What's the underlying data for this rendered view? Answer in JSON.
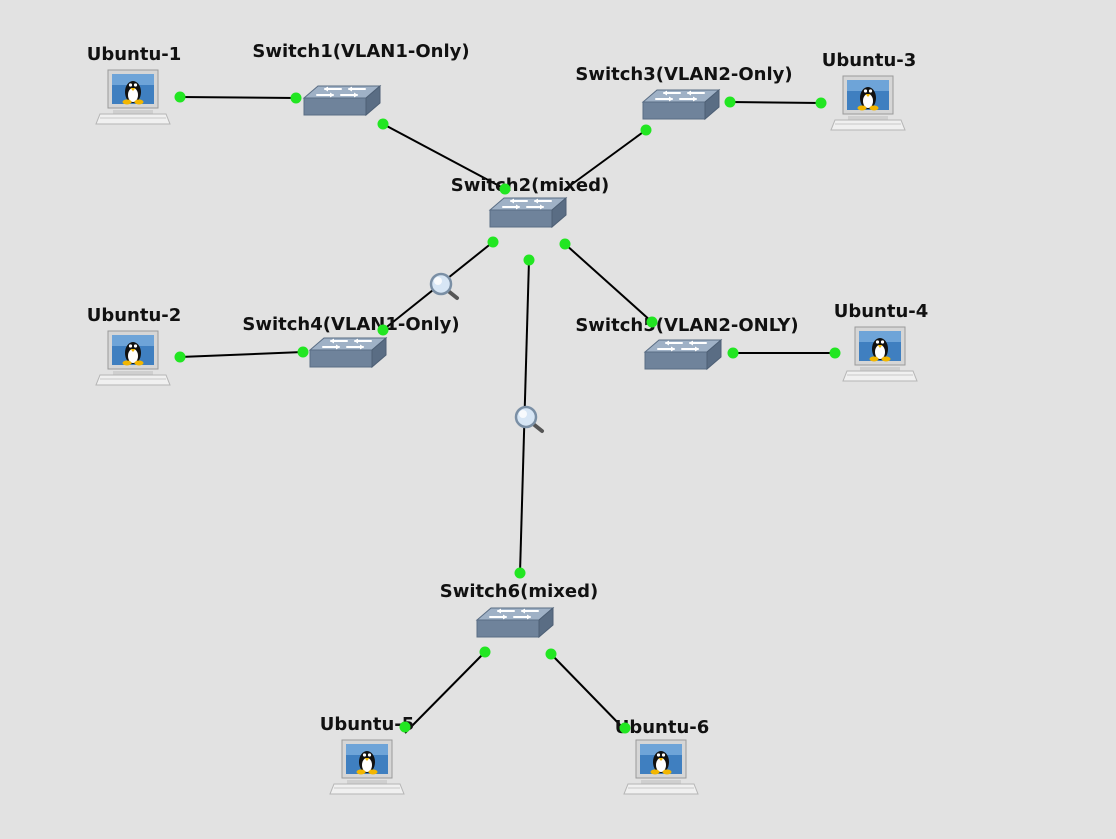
{
  "topology": {
    "nodes": [
      {
        "id": "ubuntu-1",
        "kind": "host",
        "label": "Ubuntu-1"
      },
      {
        "id": "ubuntu-2",
        "kind": "host",
        "label": "Ubuntu-2"
      },
      {
        "id": "ubuntu-3",
        "kind": "host",
        "label": "Ubuntu-3"
      },
      {
        "id": "ubuntu-4",
        "kind": "host",
        "label": "Ubuntu-4"
      },
      {
        "id": "ubuntu-5",
        "kind": "host",
        "label": "Ubuntu-5"
      },
      {
        "id": "ubuntu-6",
        "kind": "host",
        "label": "Ubuntu-6"
      },
      {
        "id": "switch1",
        "kind": "switch",
        "label": "Switch1(VLAN1-Only)"
      },
      {
        "id": "switch2",
        "kind": "switch",
        "label": "Switch2(mixed)"
      },
      {
        "id": "switch3",
        "kind": "switch",
        "label": "Switch3(VLAN2-Only)"
      },
      {
        "id": "switch4",
        "kind": "switch",
        "label": "Switch4(VLAN1-Only)"
      },
      {
        "id": "switch5",
        "kind": "switch",
        "label": "Switch5(VLAN2-ONLY)"
      },
      {
        "id": "switch6",
        "kind": "switch",
        "label": "Switch6(mixed)"
      }
    ],
    "links": [
      {
        "id": "ubuntu1-switch1",
        "from": "ubuntu-1",
        "to": "switch1",
        "status": "up",
        "capture": false
      },
      {
        "id": "switch1-switch2",
        "from": "switch1",
        "to": "switch2",
        "status": "up",
        "capture": false
      },
      {
        "id": "switch3-ubuntu3",
        "from": "switch3",
        "to": "ubuntu-3",
        "status": "up",
        "capture": false
      },
      {
        "id": "switch2-switch3",
        "from": "switch2",
        "to": "switch3",
        "status": "up",
        "capture": false
      },
      {
        "id": "switch2-switch4",
        "from": "switch2",
        "to": "switch4",
        "status": "up",
        "capture": true
      },
      {
        "id": "ubuntu2-switch4",
        "from": "ubuntu-2",
        "to": "switch4",
        "status": "up",
        "capture": false
      },
      {
        "id": "switch2-switch5",
        "from": "switch2",
        "to": "switch5",
        "status": "up",
        "capture": false
      },
      {
        "id": "switch5-ubuntu4",
        "from": "switch5",
        "to": "ubuntu-4",
        "status": "up",
        "capture": false
      },
      {
        "id": "switch2-switch6",
        "from": "switch2",
        "to": "switch6",
        "status": "up",
        "capture": true
      },
      {
        "id": "switch6-ubuntu5",
        "from": "switch6",
        "to": "ubuntu-5",
        "status": "up",
        "capture": false
      },
      {
        "id": "switch6-ubuntu6",
        "from": "switch6",
        "to": "ubuntu-6",
        "status": "up",
        "capture": false
      }
    ]
  },
  "colors": {
    "background": "#e2e2e2",
    "link": "#000000",
    "port_up": "#22e622",
    "switch_top": "#9fb1c6",
    "switch_front": "#6f839b",
    "screen": "#3f7fc0"
  },
  "icons": {
    "host": "linux-desktop-icon",
    "switch": "ethernet-switch-icon",
    "capture": "packet-capture-icon"
  }
}
